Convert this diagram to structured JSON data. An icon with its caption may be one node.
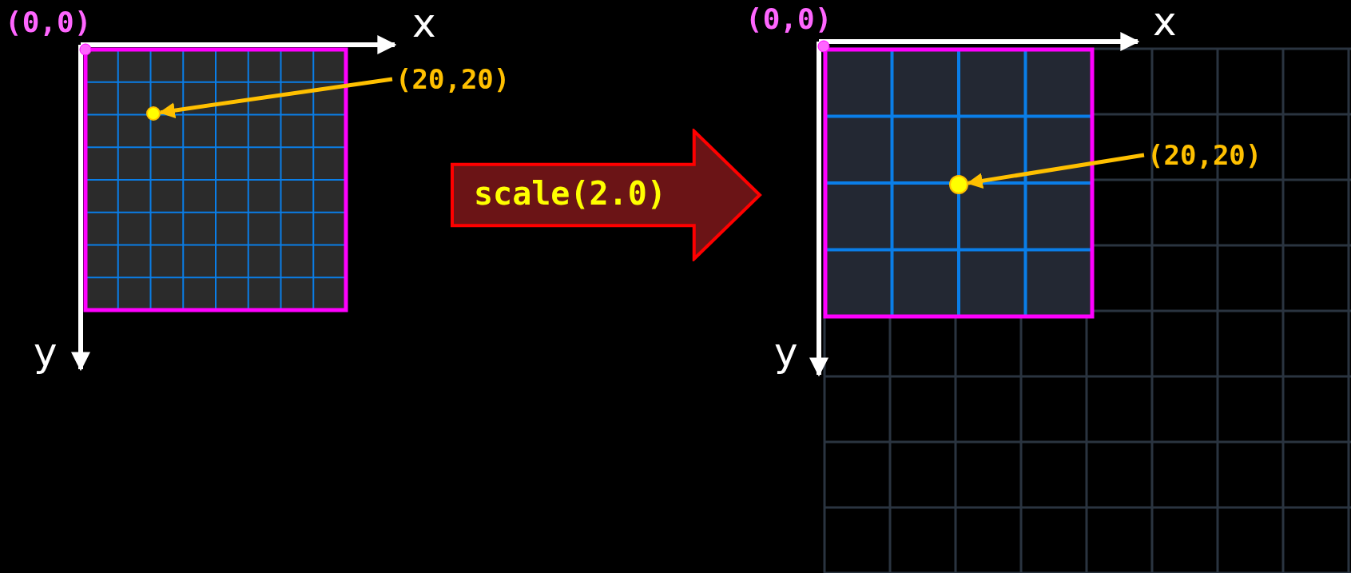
{
  "diagram": {
    "nodes": [
      {
        "text": [
          "(20,20)"
        ]
      },
      {
        "text": [],
        "shape": "circle"
      },
      {
        "text": [
          "scale(2.0)"
        ]
      },
      {
        "text": [
          "(20,20)"
        ]
      },
      {
        "text": [],
        "shape": "circle"
      }
    ],
    "edges": [
      {
        "from": 0,
        "to": 1,
        "arrow": "to"
      },
      {
        "from": 3,
        "to": 4,
        "arrow": "to"
      }
    ],
    "labels": [
      "(0,0)",
      "x",
      "y",
      "(0,0)",
      "x",
      "y"
    ]
  }
}
